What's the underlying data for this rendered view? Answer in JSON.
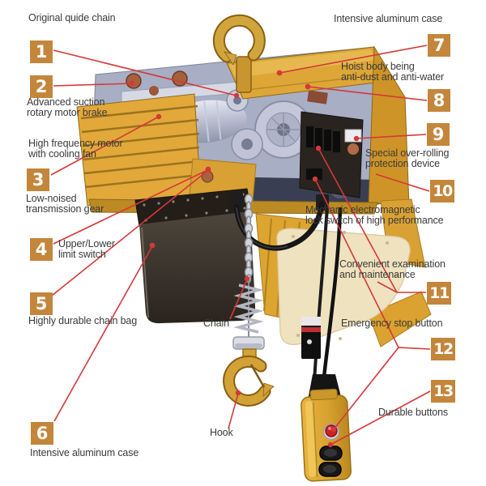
{
  "diagram": {
    "labels": [
      {
        "id": "original-guide-chain",
        "text": "Original quide chain"
      },
      {
        "id": "advanced-suction-brake",
        "text": "Advanced suction\nrotary motor brake"
      },
      {
        "id": "high-frequency-motor",
        "text": "High frequency motor\nwith cooling fan"
      },
      {
        "id": "low-noised-gear",
        "text": "Low-noised\ntransmission gear"
      },
      {
        "id": "upper-lower-limit-switch",
        "text": "Upper/Lower\nlimit switch"
      },
      {
        "id": "durable-chain-bag",
        "text": "Highly durable chain bag"
      },
      {
        "id": "intensive-aluminum-case-bottom",
        "text": "Intensive aluminum case"
      },
      {
        "id": "chain",
        "text": "Chain"
      },
      {
        "id": "hook",
        "text": "Hook"
      },
      {
        "id": "intensive-aluminum-case-top",
        "text": "Intensive aluminum case"
      },
      {
        "id": "hoist-body-anti-dust",
        "text": "Hoist body being\nanti-dust and anti-water"
      },
      {
        "id": "over-rolling-protection",
        "text": "Special over-rolling\nprotection device"
      },
      {
        "id": "electromagnetic-lock-switch",
        "text": "Mechanic electromagnetic\nlock switch of high performance"
      },
      {
        "id": "convenient-examination",
        "text": "Convenient examination\nand maintenance"
      },
      {
        "id": "emergency-stop-button",
        "text": "Emergency stop button"
      },
      {
        "id": "durable-buttons",
        "text": "Durable buttons"
      }
    ],
    "badges": [
      "1",
      "2",
      "3",
      "4",
      "5",
      "6",
      "7",
      "8",
      "9",
      "10",
      "11",
      "12",
      "13"
    ],
    "colors": {
      "badge_bg": "#c3863b",
      "leader_line": "#d4383a",
      "label_text": "#3b3b3b",
      "hoist_yellow": "#dda637",
      "chain_bag_dark": "#38322b",
      "emergency_button_red": "#ce2222",
      "interior_silver": "#a8aec4",
      "cream_panel": "#efe2bf"
    }
  }
}
